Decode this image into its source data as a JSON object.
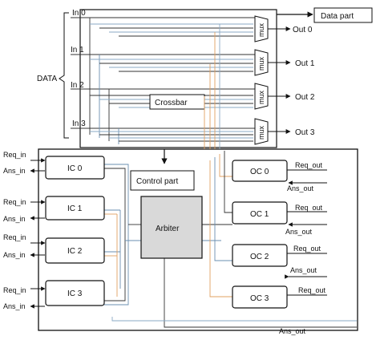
{
  "diagram": {
    "data_label": "DATA",
    "inputs": [
      "In 0",
      "In 1",
      "In 2",
      "In 3"
    ],
    "crossbar": "Crossbar",
    "mux_label": "mux",
    "outputs": [
      "Out 0",
      "Out 1",
      "Out 2",
      "Out 3"
    ],
    "data_part": "Data part",
    "control_part": "Control part",
    "arbiter": "Arbiter",
    "input_controllers": [
      "IC 0",
      "IC 1",
      "IC 2",
      "IC 3"
    ],
    "output_controllers": [
      "OC 0",
      "OC 1",
      "OC 2",
      "OC 3"
    ],
    "req_in": "Req_in",
    "ans_in": "Ans_in",
    "req_out": "Req_out",
    "ans_out": "Ans_out"
  }
}
